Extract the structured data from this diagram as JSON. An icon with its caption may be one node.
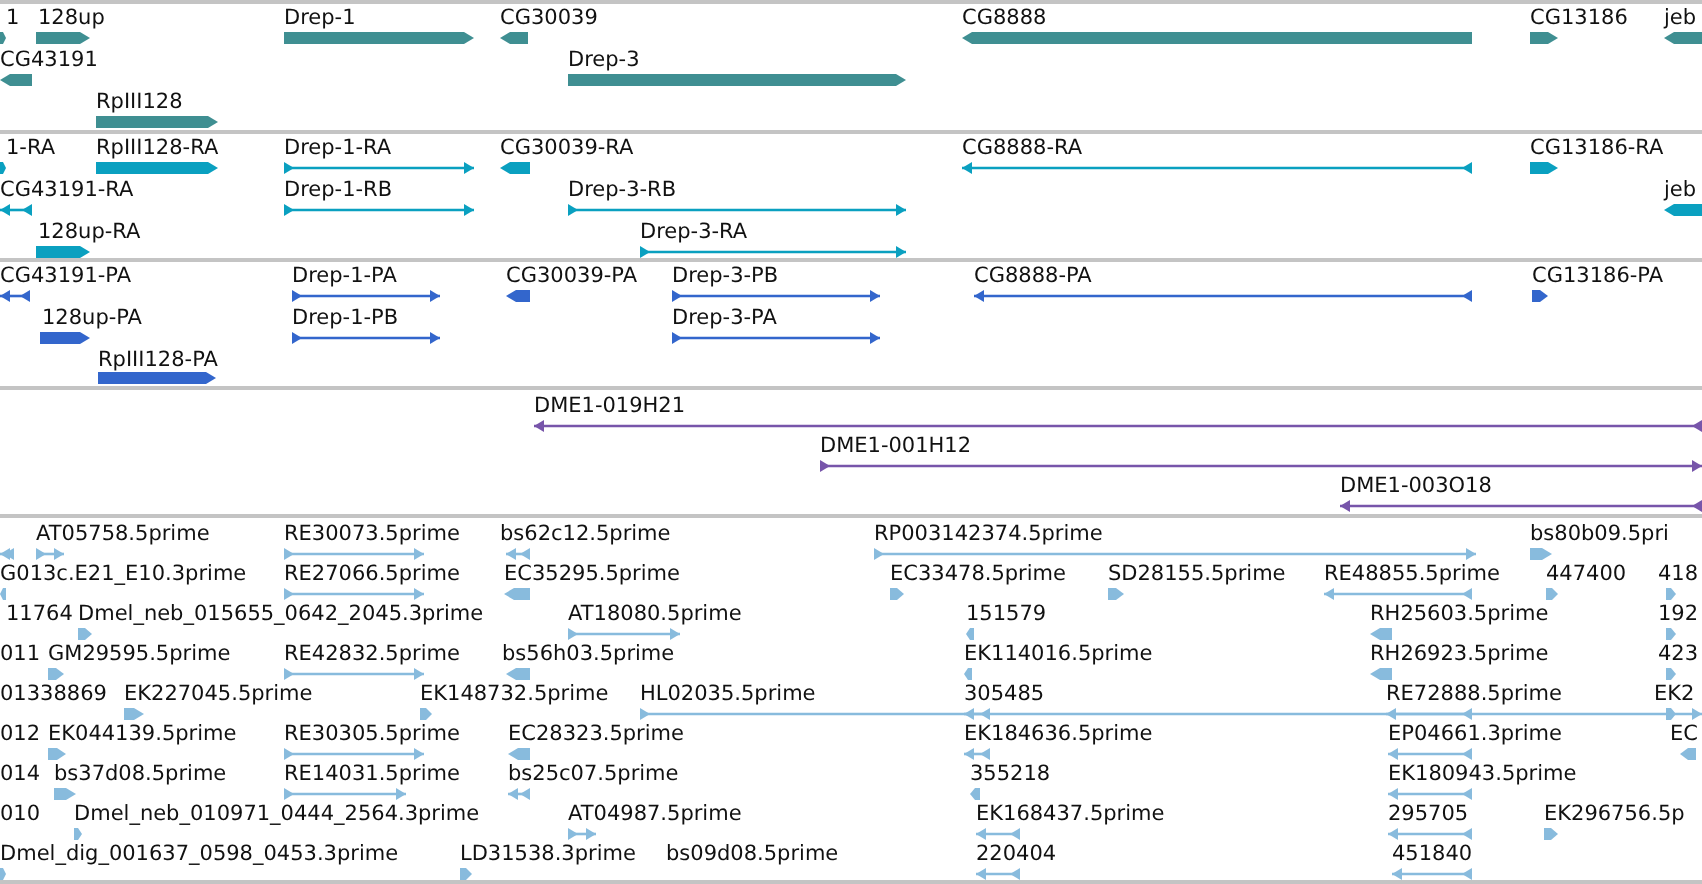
{
  "diagram": {
    "labels": [
      "1",
      "128up",
      "Drep-1",
      "CG30039",
      "CG8888",
      "CG13186",
      "jeb",
      "CG43191",
      "Drep-3",
      "RpIII128",
      "1-RA",
      "RpIII128-RA",
      "Drep-1-RA",
      "CG30039-RA",
      "CG8888-RA",
      "CG13186-RA",
      "CG43191-RA",
      "Drep-1-RB",
      "Drep-3-RB",
      "jeb",
      "128up-RA",
      "Drep-3-RA",
      "CG43191-PA",
      "Drep-1-PA",
      "CG30039-PA",
      "Drep-3-PB",
      "CG8888-PA",
      "CG13186-PA",
      "128up-PA",
      "Drep-1-PB",
      "Drep-3-PA",
      "RpIII128-PA",
      "DME1-019H21",
      "DME1-001H12",
      "DME1-003O18",
      "AT05758.5prime",
      "RE30073.5prime",
      "bs62c12.5prime",
      "RP003142374.5prime",
      "bs80b09.5pri",
      "G013c.E21_E10.3prime",
      "RE27066.5prime",
      "EC35295.5prime",
      "EC33478.5prime",
      "SD28155.5prime",
      "RE48855.5prime",
      "447400",
      "418",
      "11764",
      "Dmel_neb_015655_0642_2045.3prime",
      "AT18080.5prime",
      "151579",
      "RH25603.5prime",
      "192",
      "011",
      "GM29595.5prime",
      "RE42832.5prime",
      "bs56h03.5prime",
      "EK114016.5prime",
      "RH26923.5prime",
      "423",
      "01338869",
      "EK227045.5prime",
      "EK148732.5prime",
      "HL02035.5prime",
      "305485",
      "RE72888.5prime",
      "EK2",
      "012",
      "EK044139.5prime",
      "RE30305.5prime",
      "EC28323.5prime",
      "EK184636.5prime",
      "EP04661.3prime",
      "EC",
      "014",
      "bs37d08.5prime",
      "RE14031.5prime",
      "bs25c07.5prime",
      "355218",
      "EK180943.5prime",
      "010",
      "Dmel_neb_010971_0444_2564.3prime",
      "AT04987.5prime",
      "EK168437.5prime",
      "295705",
      "EK296756.5p",
      "Dmel_dig_001637_0598_0453.3prime",
      "LD31538.3prime",
      "bs09d08.5prime",
      "220404",
      "451840"
    ]
  }
}
